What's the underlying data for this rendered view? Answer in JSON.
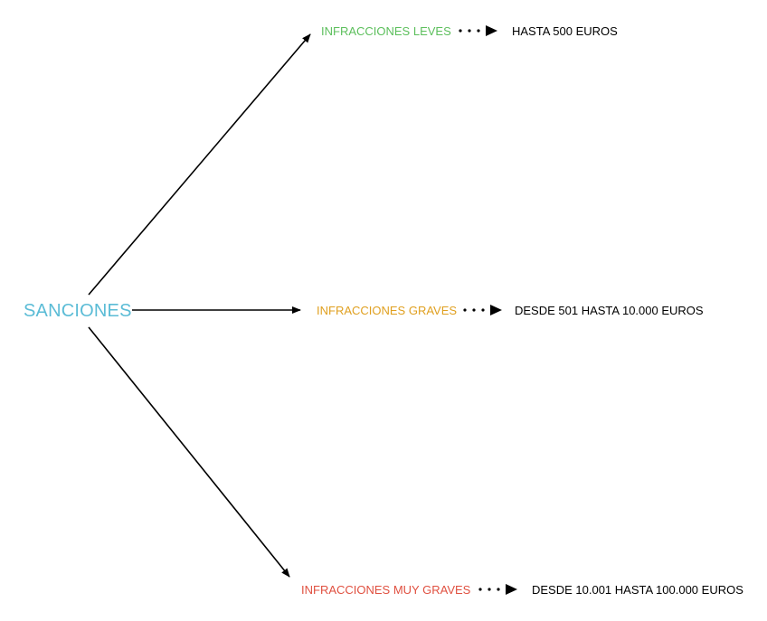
{
  "root": {
    "label": "SANCIONES",
    "color": "#5bbcd6"
  },
  "branches": [
    {
      "category": "INFRACCIONES LEVES",
      "category_color": "#5cbf5c",
      "amount": "HASTA 500 EUROS"
    },
    {
      "category": "INFRACCIONES GRAVES",
      "category_color": "#e0a020",
      "amount": "DESDE 501 HASTA 10.000 EUROS"
    },
    {
      "category": "INFRACCIONES MUY GRAVES",
      "category_color": "#e05040",
      "amount": "DESDE 10.001 HASTA 100.000 EUROS"
    }
  ]
}
